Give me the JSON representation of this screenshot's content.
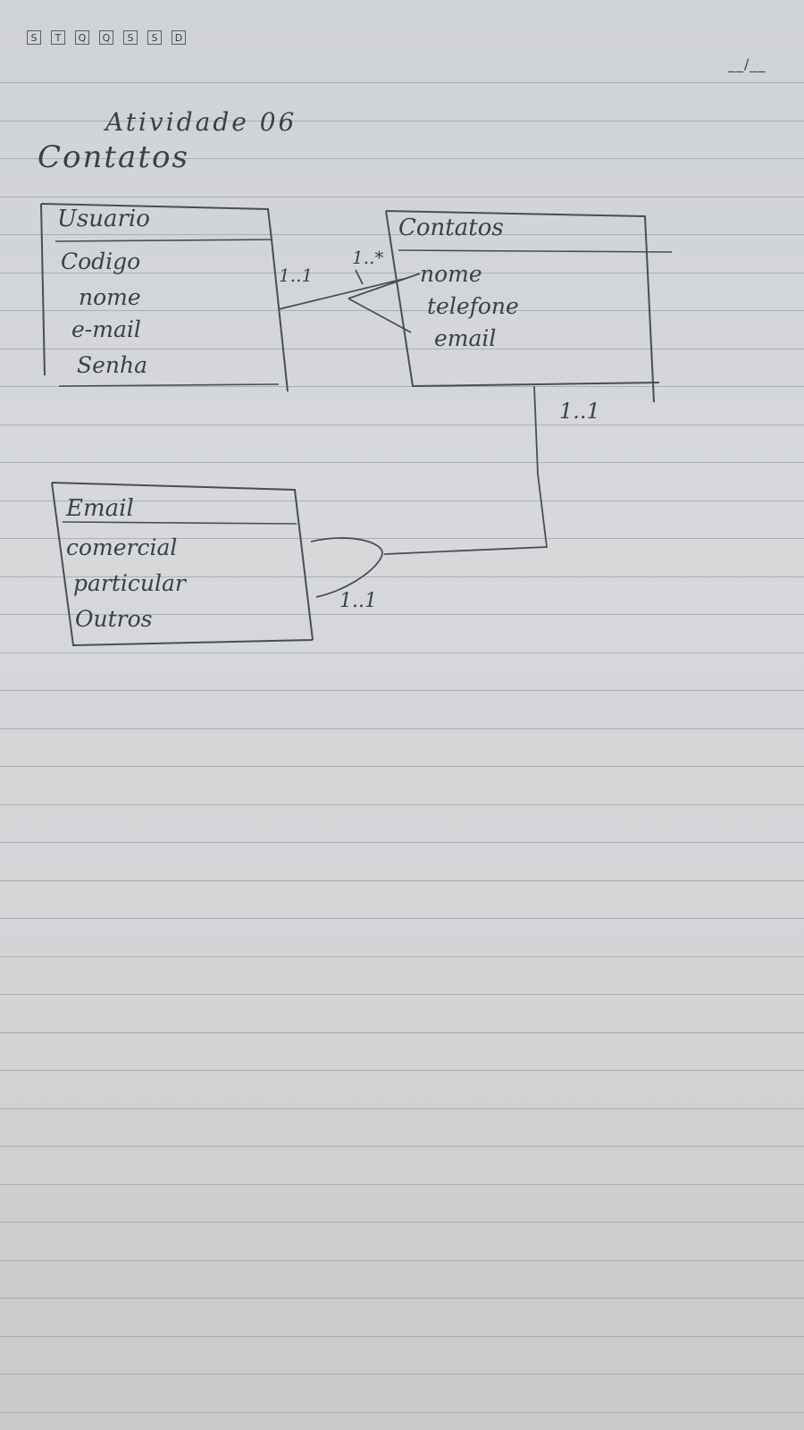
{
  "weekdays": [
    "S",
    "T",
    "Q",
    "Q",
    "S",
    "S",
    "D"
  ],
  "date_field": "__/__",
  "title": "Atividade 06",
  "subtitle": "Contatos",
  "entities": {
    "usuario": {
      "name": "Usuario",
      "attributes": [
        "Codigo",
        "nome",
        "e-mail",
        "Senha"
      ]
    },
    "contatos": {
      "name": "Contatos",
      "attributes": [
        "nome",
        "telefone",
        "email"
      ]
    },
    "email": {
      "name": "Email",
      "attributes": [
        "comercial",
        "particular",
        "Outros"
      ]
    }
  },
  "relationships": [
    {
      "from": "Usuario",
      "to": "Contatos",
      "from_cardinality": "1..1",
      "to_cardinality": "1..*"
    },
    {
      "from": "Contatos",
      "to": "Email",
      "from_cardinality": "1..1",
      "to_cardinality": "1..1"
    }
  ]
}
